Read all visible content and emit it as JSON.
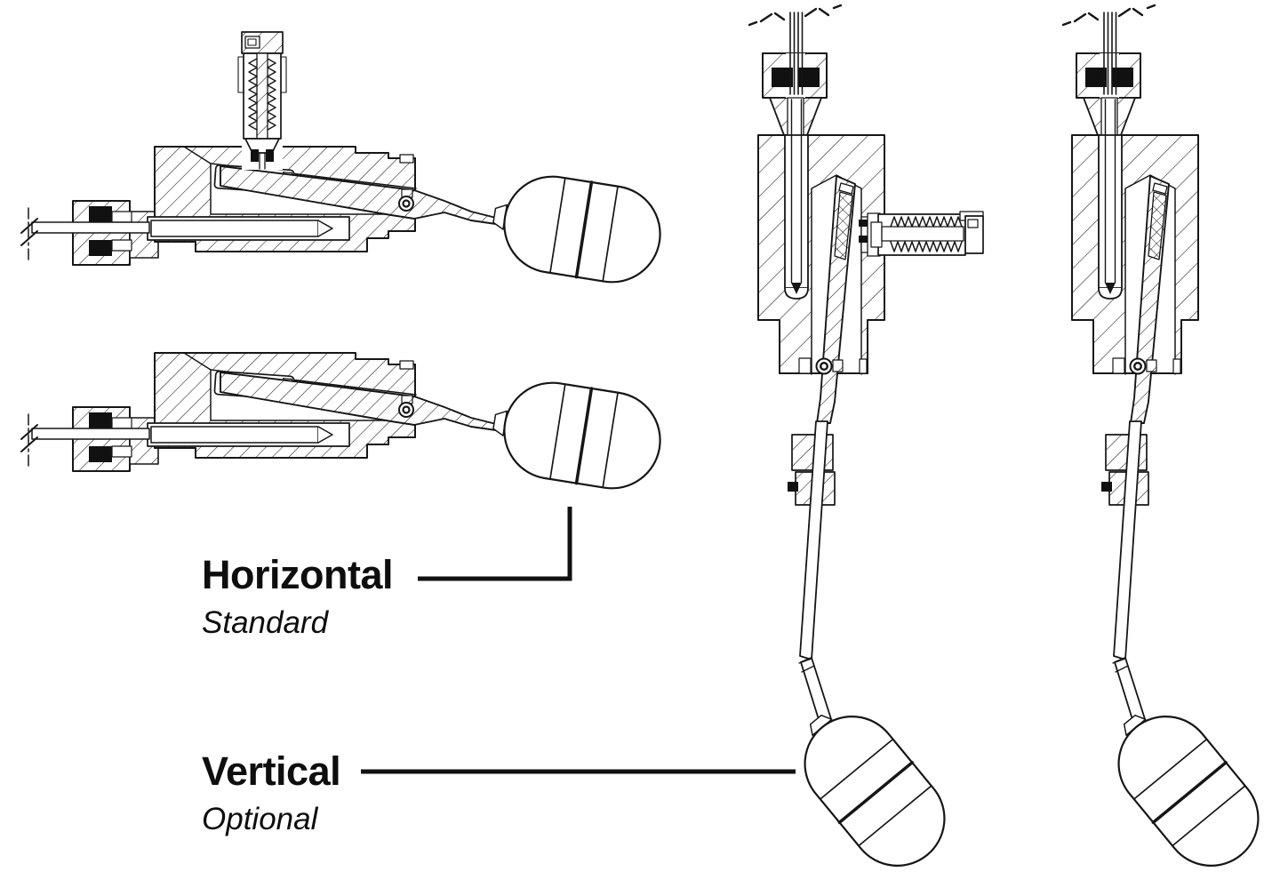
{
  "colors": {
    "background": "#ffffff",
    "ink": "#151515"
  },
  "labels": {
    "horizontal": {
      "title": "Horizontal",
      "subtitle": "Standard"
    },
    "vertical": {
      "title": "Vertical",
      "subtitle": "Optional"
    }
  }
}
